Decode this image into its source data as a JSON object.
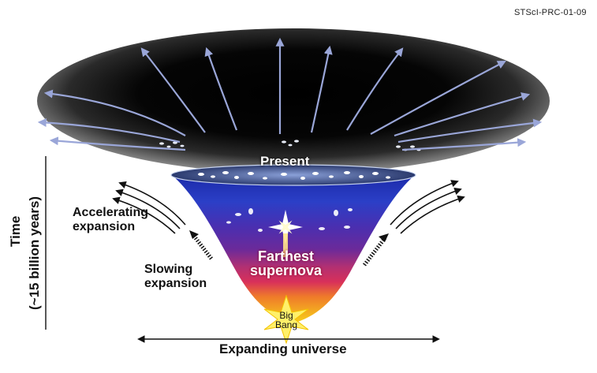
{
  "credit": "STScI-PRC-01-09",
  "labels": {
    "present": "Present",
    "farthest_supernova": [
      "Farthest",
      "supernova"
    ],
    "big_bang": [
      "Big",
      "Bang"
    ],
    "accelerating_expansion": [
      "Accelerating",
      "expansion"
    ],
    "slowing_expansion": [
      "Slowing",
      "expansion"
    ],
    "expanding_universe": "Expanding universe",
    "time_axis": [
      "Time",
      "(~15 billion years)"
    ]
  },
  "colors": {
    "funnel_top": "#0a0a0a",
    "funnel_band_blue": "#2b3fc7",
    "funnel_band_purple": "#6b2a9a",
    "funnel_band_red": "#d8305a",
    "funnel_band_orange": "#ef7a2a",
    "funnel_bottom_yellow": "#f7d21a",
    "expansion_arrows": "#9aa6d8",
    "big_bang_star": "#fff06a"
  }
}
